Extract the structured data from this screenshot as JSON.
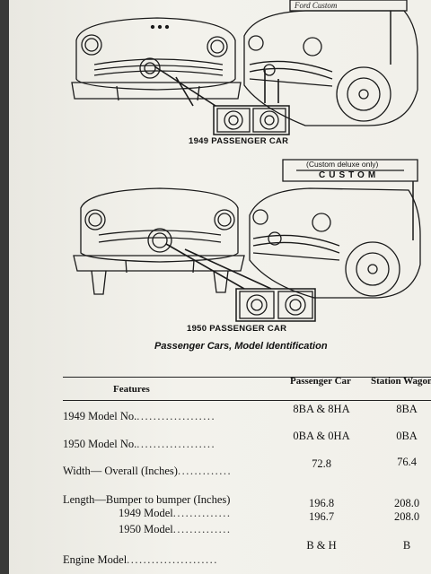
{
  "figures": {
    "top_caption": "1949 PASSENGER CAR",
    "bottom_caption": "1950 PASSENGER CAR",
    "fig_title": "Passenger Cars, Model Identification",
    "custom_note": "(Custom deluxe only)",
    "custom_word": "CUSTOM",
    "nameplate_script": "Ford Custom"
  },
  "table": {
    "headers": {
      "features": "Features",
      "passenger": "Passenger Car",
      "wagon": "Station Wagon"
    },
    "rows": [
      {
        "label": "1949 Model No.",
        "dots": "...................",
        "passenger": "8BA & 8HA",
        "wagon": "8BA"
      },
      {
        "label": "1950 Model No.",
        "dots": "...................",
        "passenger": "0BA & 0HA",
        "wagon": "0BA"
      },
      {
        "label": "Width— Overall (Inches)",
        "dots": ".............",
        "passenger": "72.8",
        "wagon": "76.4"
      },
      {
        "label": "Length—Bumper to bumper (Inches)",
        "dots": "",
        "passenger": "",
        "wagon": ""
      },
      {
        "label": "1949 Model",
        "dots": "..............",
        "passenger": "196.8",
        "wagon": "208.0"
      },
      {
        "label": "1950 Model",
        "dots": "..............",
        "passenger": "196.7",
        "wagon": "208.0"
      },
      {
        "label": "Engine Model",
        "dots": "......................",
        "passenger": "B & H",
        "wagon": "B"
      }
    ]
  }
}
